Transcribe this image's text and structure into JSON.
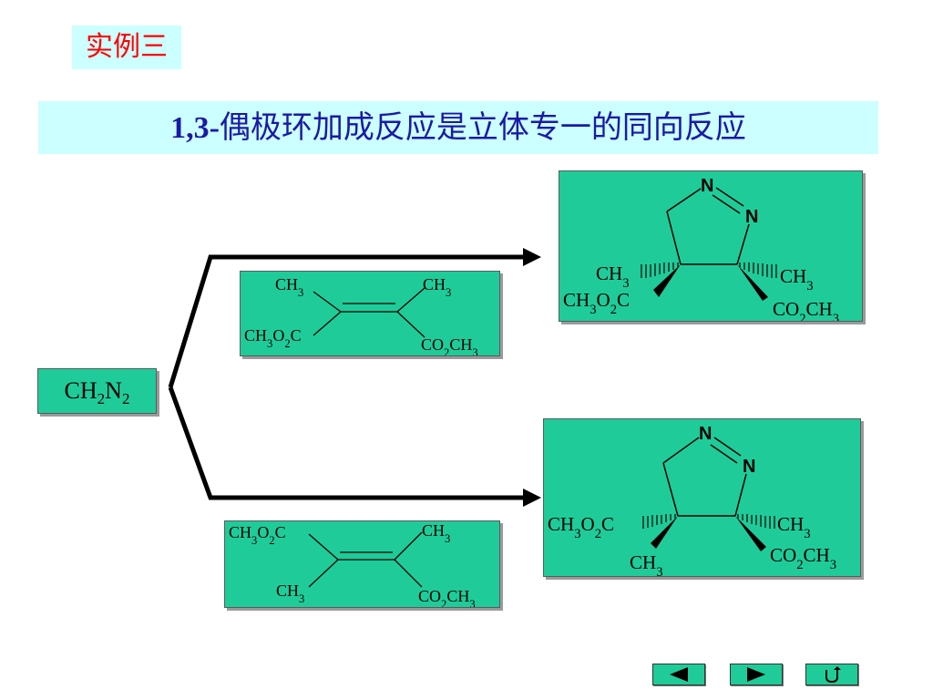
{
  "slide": {
    "tag": "实例三",
    "title_prefix": "1,3-",
    "title_text": "偶极环加成反应是立体专一的同向反应"
  },
  "reagent": {
    "prefix": "CH",
    "sub1": "2",
    "mid": "N",
    "sub2": "2"
  },
  "cis_alkene": {
    "top_left": "CH3",
    "top_right": "CH3",
    "bottom_left": "CH3O2C",
    "bottom_right": "CO2CH3"
  },
  "trans_alkene": {
    "top_left": "CH3O2C",
    "top_right": "CH3",
    "bottom_left": "CH3",
    "bottom_right": "CO2CH3"
  },
  "product_top": {
    "n1": "N",
    "n2": "N",
    "left_hashed": "CH3",
    "left_wedge": "CH3O2C",
    "right_hashed": "CH3",
    "right_wedge": "CO2CH3"
  },
  "product_bottom": {
    "n1": "N",
    "n2": "N",
    "left_hashed": "CH3O2C",
    "left_wedge": "CH3",
    "right_hashed": "CH3",
    "right_wedge": "CO2CH3"
  },
  "nav": {
    "prev": "previous-icon",
    "next": "next-icon",
    "return": "return-icon"
  }
}
